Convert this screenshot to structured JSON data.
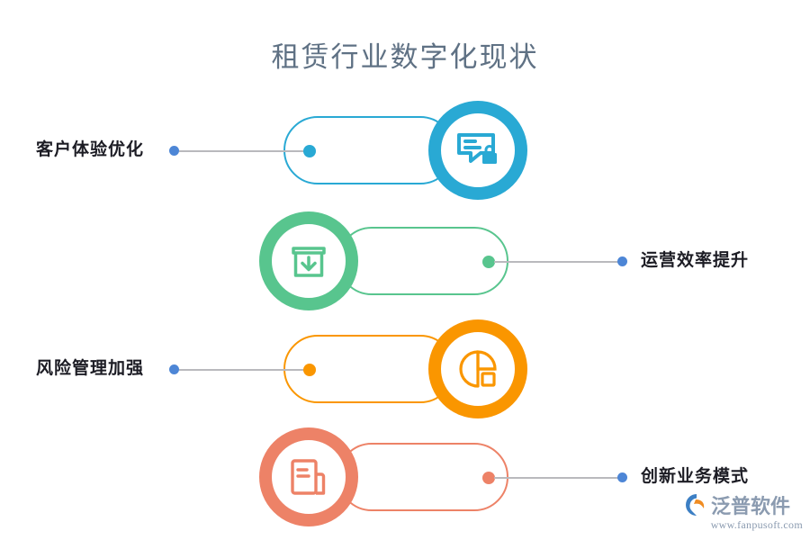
{
  "page": {
    "title": "租赁行业数字化现状",
    "title_color": "#5f7184",
    "background": "#ffffff"
  },
  "palette": {
    "label_dot": "#4d86d6",
    "connector_line": "#b9b9bd",
    "label_text": "#1c1c24"
  },
  "items": [
    {
      "index": "1",
      "label": "客户体验优化",
      "color": "#29a9d4",
      "icon": "chat-lock-icon",
      "side": "left"
    },
    {
      "index": "2",
      "label": "运营效率提升",
      "color": "#58c58e",
      "icon": "box-download-icon",
      "side": "right"
    },
    {
      "index": "3",
      "label": "风险管理加强",
      "color": "#fa9600",
      "icon": "pie-chart-icon",
      "side": "left"
    },
    {
      "index": "4",
      "label": "创新业务模式",
      "color": "#ed8267",
      "icon": "documents-icon",
      "side": "right"
    }
  ],
  "watermark": {
    "brand": "泛普软件",
    "url": "www.fanpusoft.com",
    "mark_blue": "#3c7fc4",
    "mark_orange": "#f08c22",
    "text_color": "#8b9bb0"
  }
}
